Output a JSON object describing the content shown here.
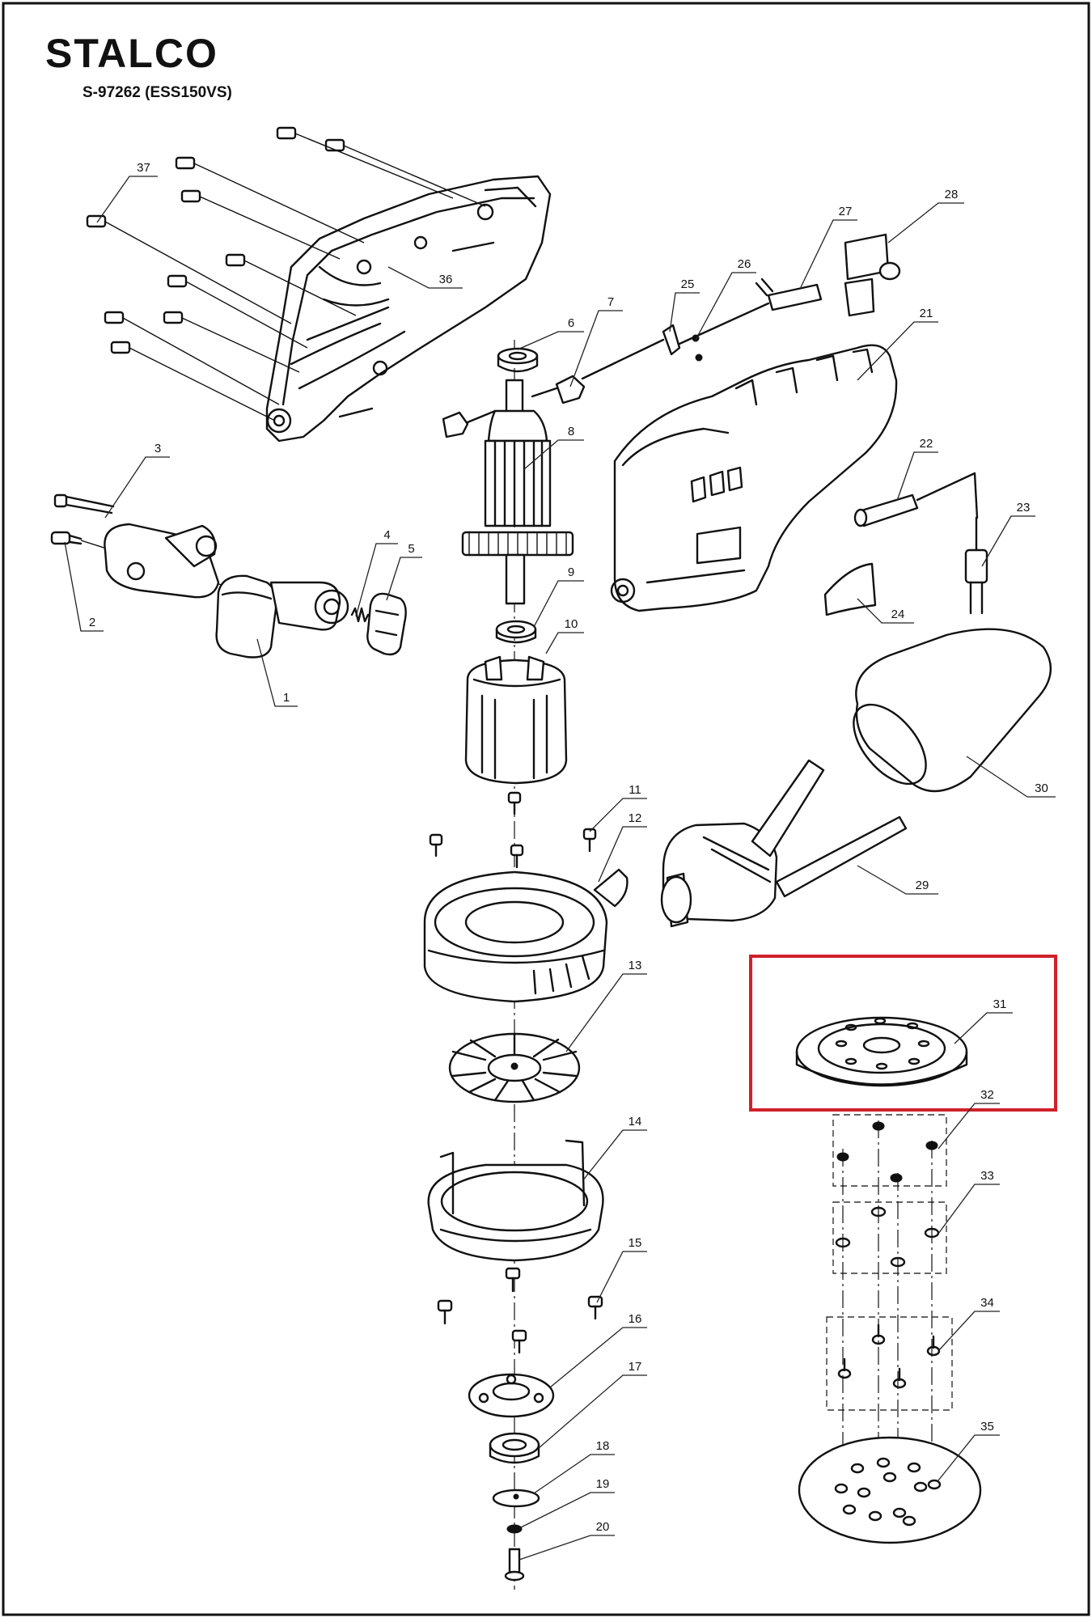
{
  "brand": {
    "name": "STALCO"
  },
  "model": "S-97262 (ESS150VS)",
  "diagram": {
    "kind": "exploded-parts-view",
    "highlight": {
      "part": "31",
      "color": "#d0202a"
    }
  },
  "callouts": [
    "1",
    "2",
    "3",
    "4",
    "5",
    "6",
    "7",
    "8",
    "9",
    "10",
    "11",
    "12",
    "13",
    "14",
    "15",
    "16",
    "17",
    "18",
    "19",
    "20",
    "21",
    "22",
    "23",
    "24",
    "25",
    "26",
    "27",
    "28",
    "29",
    "30",
    "31",
    "32",
    "33",
    "34",
    "35",
    "36",
    "37"
  ]
}
